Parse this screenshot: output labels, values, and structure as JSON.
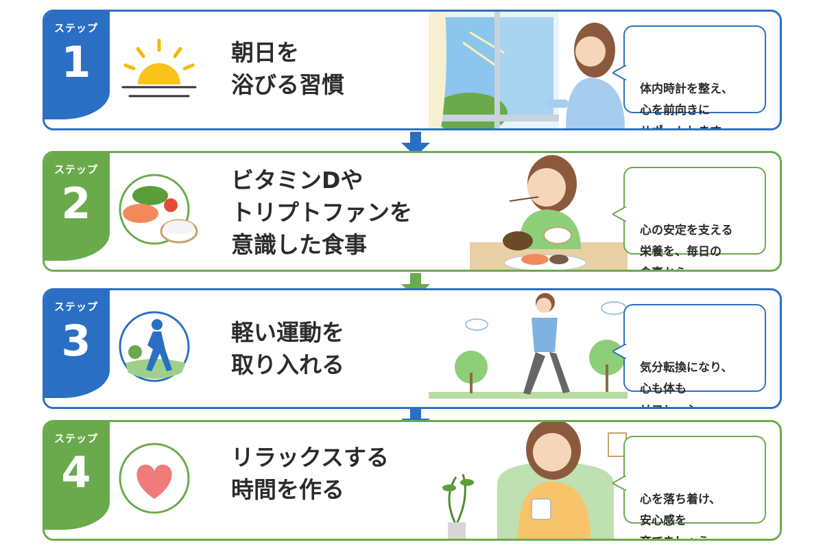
{
  "steps": [
    {
      "label": "ステップ",
      "number": "1",
      "title": "朝日を\n浴びる習慣",
      "bubble": "体内時計を整え、\n心を前向きに\nサポートします。",
      "theme": "blue",
      "icon": "sunrise-icon"
    },
    {
      "label": "ステップ",
      "number": "2",
      "title": "ビタミンDや\nトリプトファンを\n意識した食事",
      "bubble": "心の安定を支える\n栄養を、毎日の\n食事から。",
      "theme": "green",
      "icon": "meal-icon"
    },
    {
      "label": "ステップ",
      "number": "3",
      "title": "軽い運動を\n取り入れる",
      "bubble": "気分転換になり、\n心も体も\nリフレッシュ。",
      "theme": "blue",
      "icon": "walking-person-icon"
    },
    {
      "label": "ステップ",
      "number": "4",
      "title": "リラックスする\n時間を作る",
      "bubble": "心を落ち着け、\n安心感を\n育てましょう。",
      "theme": "green",
      "icon": "heart-icon"
    }
  ],
  "colors": {
    "blue": "#2a6fc4",
    "green": "#6aaa4c",
    "text": "#2b2b2b"
  }
}
